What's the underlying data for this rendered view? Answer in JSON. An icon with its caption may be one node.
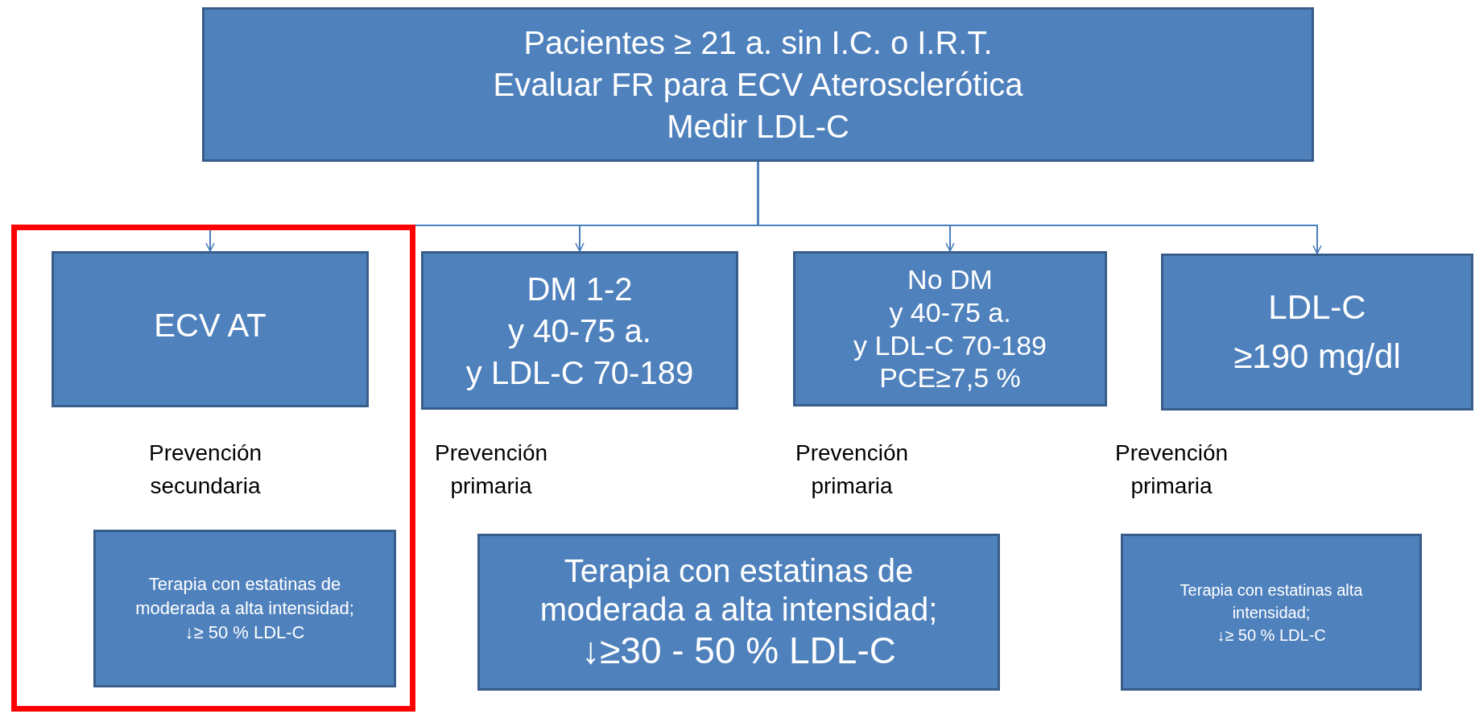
{
  "diagram": {
    "nodes": [
      {
        "text": [
          "Pacientes ≥ 21 a. sin I.C. o I.R.T.",
          "Evaluar FR para ECV Aterosclerótica",
          "Medir LDL-C"
        ]
      },
      {
        "text": [],
        "shape": "box"
      },
      {
        "text": [
          "ECV AT"
        ],
        "in": 1,
        "beside": [
          "Prevención secundaria"
        ]
      },
      {
        "text": [
          "DM 1-2",
          "y 40-75 a.",
          "y LDL-C 70-189"
        ],
        "beside": [
          "Prevención primaria"
        ]
      },
      {
        "text": [
          "No DM",
          "y 40-75 a.",
          "y LDL-C 70-189",
          "PCE≥7,5 %"
        ],
        "beside": [
          "Prevención primaria"
        ]
      },
      {
        "text": [
          "LDL-C",
          "≥190 mg/dl"
        ],
        "beside": [
          "Prevención primaria"
        ]
      },
      {
        "text": [
          "Terapia con estatinas de moderada a alta intensidad;",
          "↓≥ 50 % LDL-C"
        ],
        "in": 1
      },
      {
        "text": [
          "Terapia con estatinas de moderada a alta intensidad;",
          "↓≥30 - 50 % LDL-C"
        ]
      },
      {
        "text": [
          "Terapia con estatinas alta intensidad;",
          "↓≥ 50 % LDL-C"
        ]
      }
    ],
    "edges": [
      {
        "from": 0,
        "to": 2,
        "arrow": "to"
      },
      {
        "from": 0,
        "to": 3,
        "arrow": "to"
      },
      {
        "from": 0,
        "to": 4,
        "arrow": "to"
      },
      {
        "from": 0,
        "to": 5,
        "arrow": "to"
      }
    ]
  }
}
